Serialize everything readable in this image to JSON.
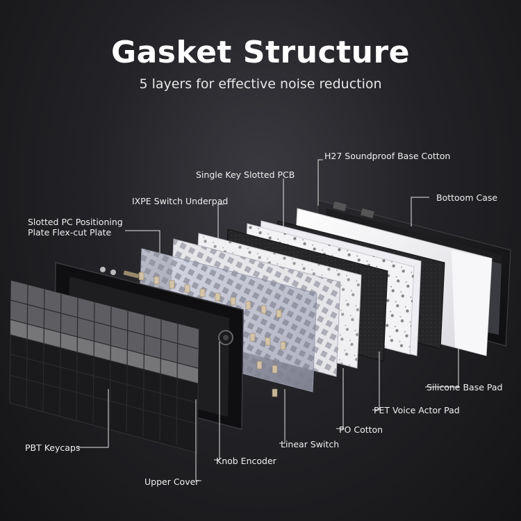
{
  "header": {
    "title": "Gasket Structure",
    "subtitle": "5 layers for effective noise reduction"
  },
  "labels": {
    "h27": "H27 Soundproof Base Cotton",
    "pcb": "Single Key Slotted PCB",
    "ixpe": "IXPE Switch Underpad",
    "plate_line1": "Slotted PC Positioning",
    "plate_line2": "Plate Flex-cut Plate",
    "bottom_case": "Bottoom Case",
    "silicone": "Silicone Base Pad",
    "pet": "PET Voice Actor Pad",
    "po": "PO Cotton",
    "linear": "Linear Switch",
    "knob": "Knob Encoder",
    "keycaps": "PBT Keycaps",
    "upper": "Upper Cover"
  },
  "colors": {
    "background": "#232327",
    "keycap_grey": "#6b6b6e",
    "keycap_black": "#1c1c1e",
    "pcb_white": "#ececee",
    "plate_clear": "#b9bac8",
    "foam_dark": "#2a2a2c",
    "silicone_white": "#f4f4f7"
  }
}
